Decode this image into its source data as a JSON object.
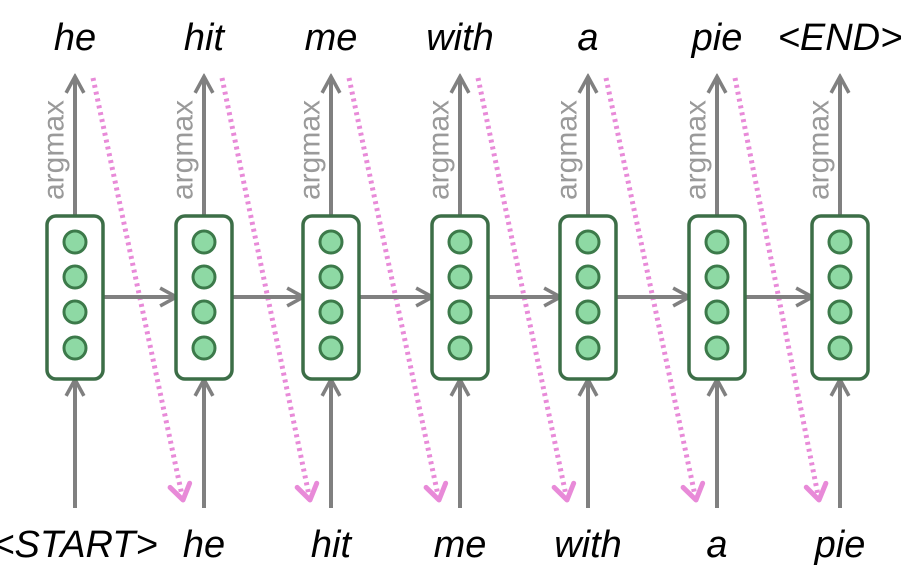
{
  "outputs": [
    "he",
    "hit",
    "me",
    "with",
    "a",
    "pie",
    "<END>"
  ],
  "inputs": [
    "<START>",
    "he",
    "hit",
    "me",
    "with",
    "a",
    "pie"
  ],
  "argmax_label": "argmax",
  "colors": {
    "cell_border": "#3c6e47",
    "neuron_fill": "#8ed9a4",
    "neuron_stroke": "#3c7a4a",
    "arrow": "#808080",
    "argmax_text": "#9a9a9a",
    "feed_dotted": "#e88ad8"
  }
}
